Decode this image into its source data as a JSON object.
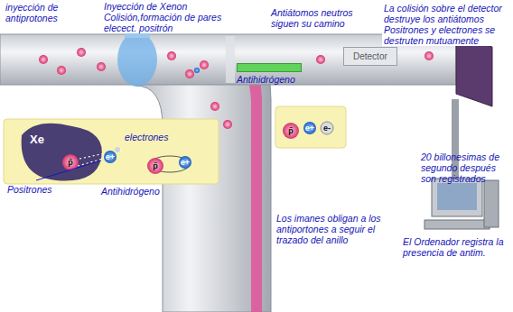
{
  "diagram": {
    "nodes": [
      {
        "text": [
          "Xe"
        ]
      },
      {
        "text": [
          "Detector"
        ]
      },
      {
        "text": [
          "Antihidrógeno"
        ]
      }
    ],
    "labels": [
      "inyección de antiprotones",
      "Inyección de Xenon Colisión,formación de pares elecect. positrón",
      "Antiátomos neutros siguen su camino",
      "La colisión sobre el detector destruye los antiátomos Positrones y electrones se destruten mutuamente",
      "electrones",
      "Positrones",
      "Antihidrógeno",
      "Los imanes obligan a los antiportones a seguir el trazado del anillo",
      "20 billonesimas de segundo después son registrados",
      "El Ordenador registra la presencia de antim.",
      "p̄",
      "e+",
      "p̄",
      "e+",
      "p̄",
      "e+",
      "e-"
    ]
  }
}
